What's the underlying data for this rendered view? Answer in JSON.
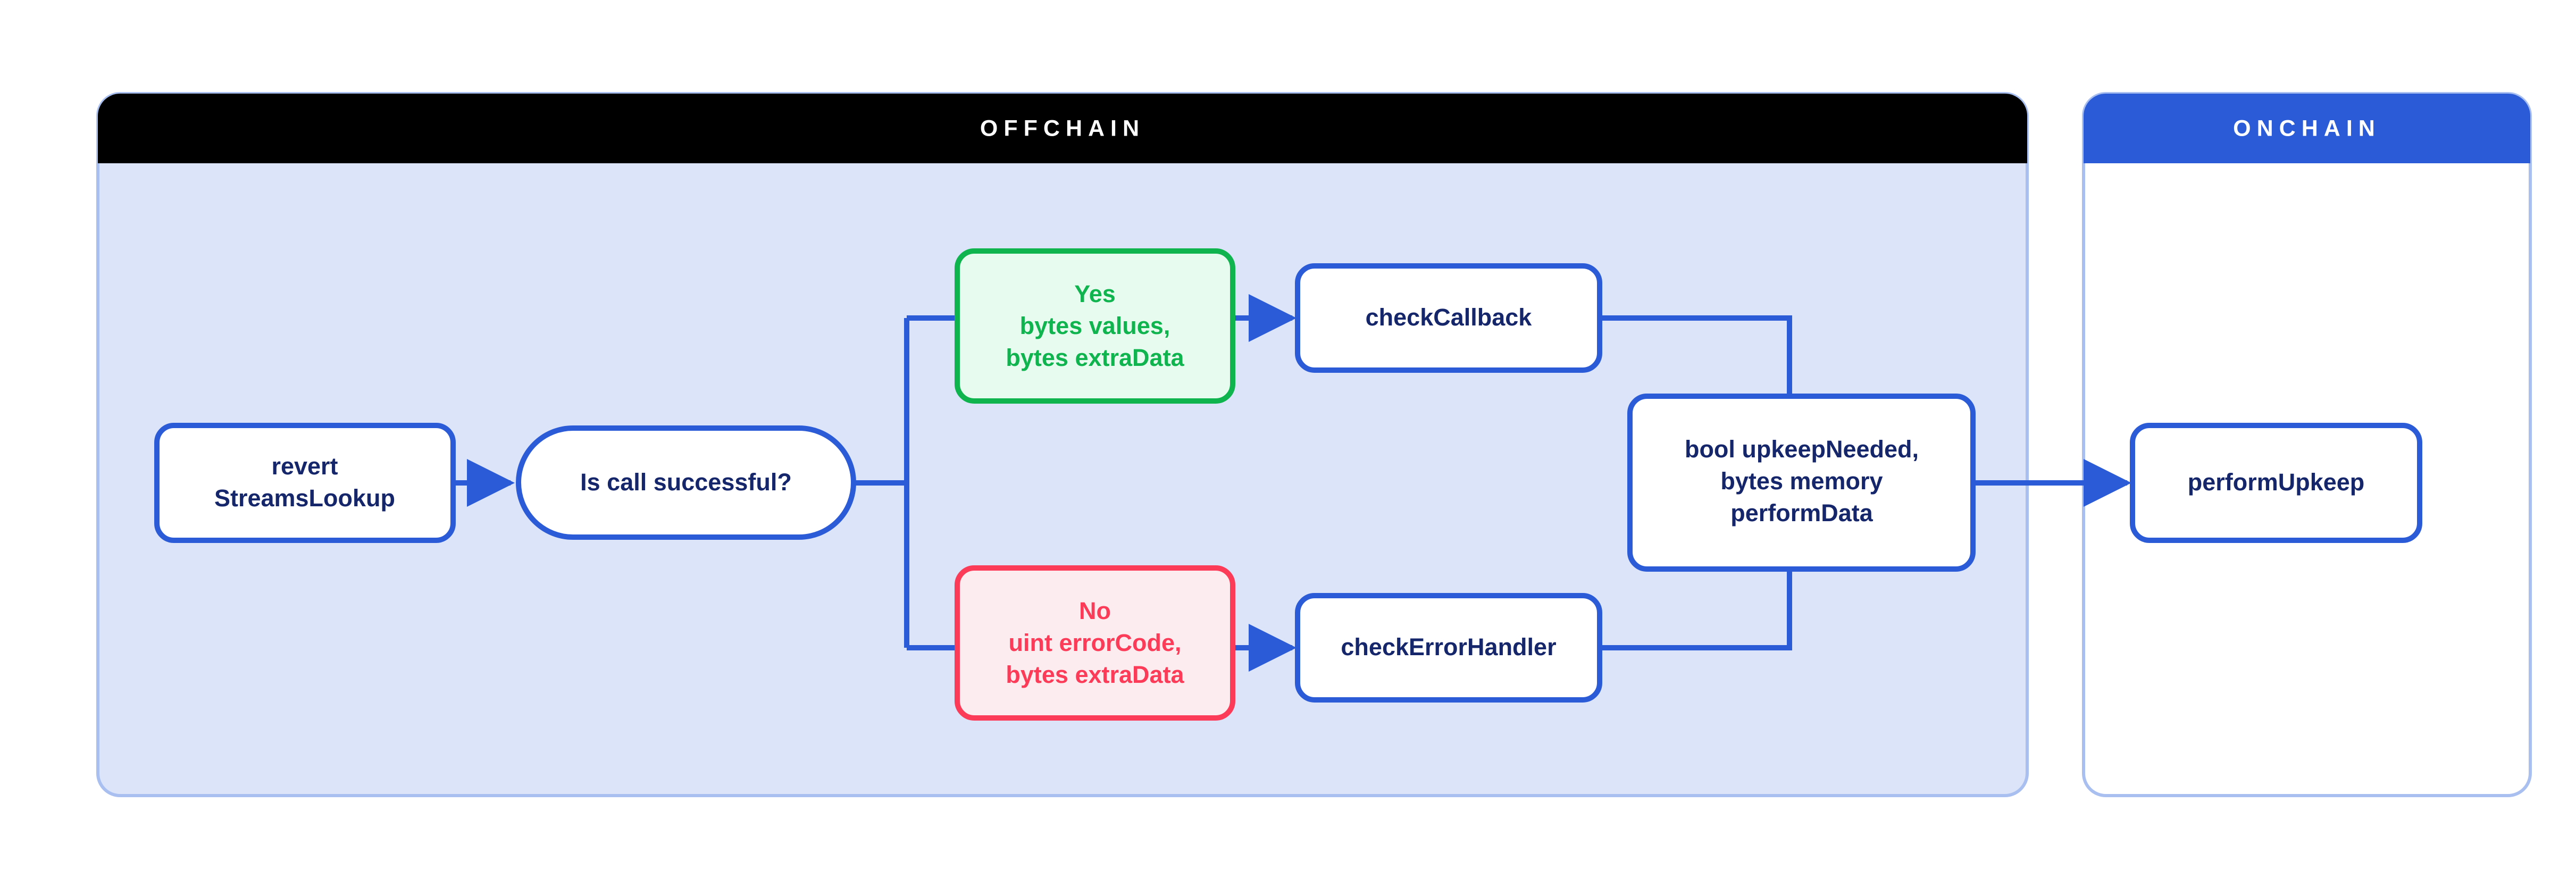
{
  "diagram": {
    "title_hidden": "",
    "colors": {
      "offchain_header_bg": "#000000",
      "offchain_panel_bg": "#DBE4F8",
      "offchain_panel_border": "#A8BFF0",
      "onchain_header_bg": "#2B5BD7",
      "onchain_panel_bg": "#FFFFFF",
      "onchain_panel_border": "#A8BFF0",
      "node_border": "#2B5BD7",
      "node_fill": "#FFFFFF",
      "node_text": "#16266B",
      "connector": "#2B5BD7",
      "green_fill": "#E7FCEF",
      "green_border": "#0FB44F",
      "green_text": "#0FB44F",
      "red_fill": "#FDECEF",
      "red_border": "#FB3B57",
      "red_text": "#FB3B57"
    },
    "panels": [
      {
        "id": "offchain",
        "label": "OFFCHAIN"
      },
      {
        "id": "onchain",
        "label": "ONCHAIN"
      }
    ],
    "nodes": [
      {
        "id": "revert-streams-lookup",
        "shape": "rounded-rect",
        "style": "blue",
        "lines": [
          "revert",
          "StreamsLookup"
        ]
      },
      {
        "id": "is-call-successful",
        "shape": "pill",
        "style": "blue",
        "lines": [
          "Is call successful?"
        ]
      },
      {
        "id": "yes-branch",
        "shape": "rounded-rect",
        "style": "green",
        "lines": [
          "Yes",
          "bytes values,",
          "bytes extraData"
        ]
      },
      {
        "id": "no-branch",
        "shape": "rounded-rect",
        "style": "red",
        "lines": [
          "No",
          "uint errorCode,",
          "bytes extraData"
        ]
      },
      {
        "id": "check-callback",
        "shape": "rounded-rect",
        "style": "blue",
        "lines": [
          "checkCallback"
        ]
      },
      {
        "id": "check-error-handler",
        "shape": "rounded-rect",
        "style": "blue",
        "lines": [
          "checkErrorHandler"
        ]
      },
      {
        "id": "upkeep-needed",
        "shape": "rounded-rect",
        "style": "blue",
        "lines": [
          "bool upkeepNeeded,",
          "bytes memory",
          "performData"
        ]
      },
      {
        "id": "perform-upkeep",
        "shape": "rounded-rect",
        "style": "blue",
        "lines": [
          "performUpkeep"
        ]
      }
    ],
    "edges": [
      {
        "id": "revert-to-decision",
        "from": "revert-streams-lookup",
        "to": "is-call-successful",
        "arrow": true
      },
      {
        "id": "decision-to-yes",
        "from": "is-call-successful",
        "to": "yes-branch",
        "arrow": false
      },
      {
        "id": "decision-to-no",
        "from": "is-call-successful",
        "to": "no-branch",
        "arrow": false
      },
      {
        "id": "yes-to-check-callback",
        "from": "yes-branch",
        "to": "check-callback",
        "arrow": true
      },
      {
        "id": "no-to-check-error-handler",
        "from": "no-branch",
        "to": "check-error-handler",
        "arrow": true
      },
      {
        "id": "check-callback-to-upkeep",
        "from": "check-callback",
        "to": "upkeep-needed",
        "arrow": false
      },
      {
        "id": "check-error-handler-to-upkeep",
        "from": "check-error-handler",
        "to": "upkeep-needed",
        "arrow": false
      },
      {
        "id": "upkeep-to-perform-upkeep",
        "from": "upkeep-needed",
        "to": "perform-upkeep",
        "arrow": true
      }
    ]
  }
}
